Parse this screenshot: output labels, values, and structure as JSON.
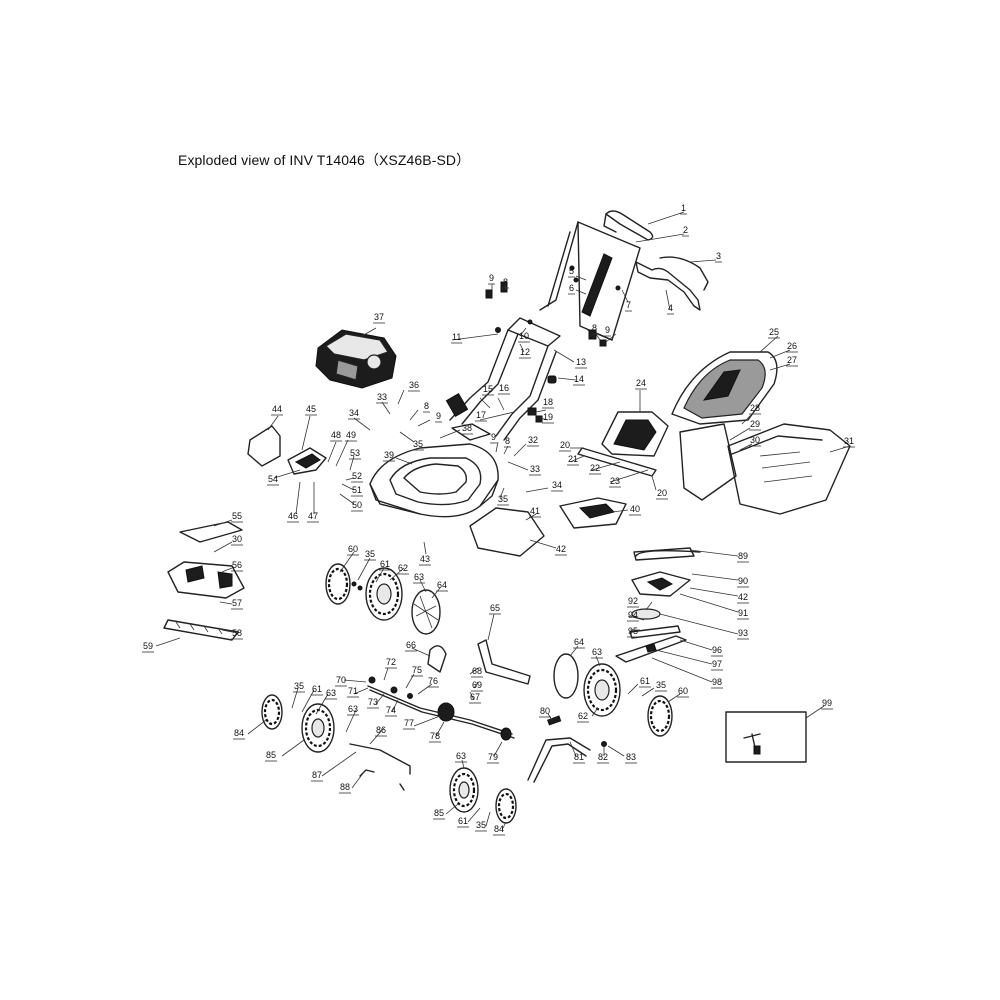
{
  "header": {
    "title": "Exploded view of INV T14046（XSZ46B-SD）"
  },
  "callouts": [
    "1",
    "2",
    "3",
    "4",
    "5",
    "6",
    "7",
    "8",
    "9",
    "8",
    "9",
    "10",
    "11",
    "12",
    "13",
    "14",
    "15",
    "16",
    "17",
    "18",
    "19",
    "20",
    "21",
    "22",
    "23",
    "20",
    "24",
    "25",
    "26",
    "27",
    "28",
    "29",
    "30",
    "31",
    "33",
    "8",
    "9",
    "34",
    "35",
    "36",
    "37",
    "38",
    "39",
    "32",
    "9",
    "8",
    "33",
    "34",
    "35",
    "40",
    "41",
    "42",
    "43",
    "44",
    "45",
    "48",
    "49",
    "53",
    "52",
    "51",
    "50",
    "54",
    "46",
    "47",
    "55",
    "30",
    "56",
    "57",
    "58",
    "59",
    "60",
    "35",
    "61",
    "62",
    "63",
    "64",
    "65",
    "66",
    "68",
    "67",
    "69",
    "70",
    "71",
    "72",
    "73",
    "74",
    "75",
    "76",
    "77",
    "78",
    "79",
    "64",
    "63",
    "61",
    "35",
    "60",
    "62",
    "80",
    "81",
    "82",
    "83",
    "89",
    "90",
    "42",
    "91",
    "92",
    "94",
    "93",
    "95",
    "96",
    "97",
    "98",
    "99",
    "35",
    "61",
    "63",
    "84",
    "85",
    "63",
    "86",
    "87",
    "88",
    "63",
    "85",
    "61",
    "35",
    "84"
  ]
}
